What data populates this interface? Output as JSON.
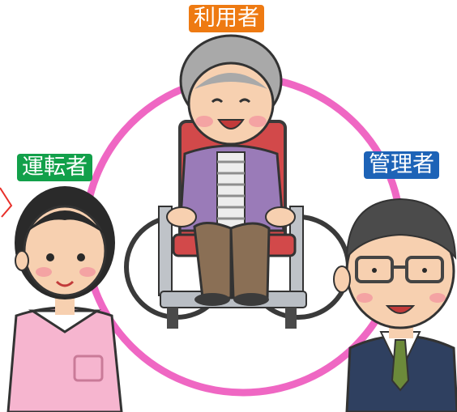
{
  "labels": {
    "user": "利用者",
    "driver": "運転者",
    "admin": "管理者"
  },
  "colors": {
    "circle": "#ef67c3",
    "user_tag": "#ee7a12",
    "driver_tag": "#12a04a",
    "admin_tag": "#1d63b7"
  },
  "figures": {
    "user": "elderly-woman-in-wheelchair-illustration",
    "driver": "caregiver-woman-illustration",
    "admin": "manager-man-illustration",
    "arrow": "red-arrow-outline"
  }
}
